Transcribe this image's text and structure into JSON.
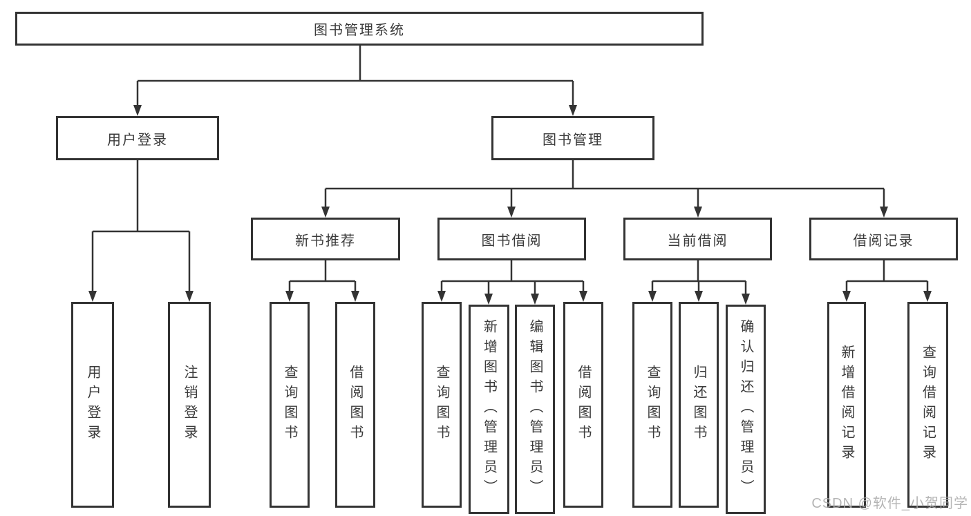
{
  "diagram": {
    "root": "图书管理系统",
    "level2": {
      "user": "用户登录",
      "book": "图书管理"
    },
    "level3": {
      "recommend": "新书推荐",
      "borrow": "图书借阅",
      "current": "当前借阅",
      "records": "借阅记录"
    },
    "leaves": {
      "user": [
        "用户登录",
        "注销登录"
      ],
      "recommend": [
        "查询图书",
        "借阅图书"
      ],
      "borrow": [
        "查询图书",
        "新增图书（管理员）",
        "编辑图书（管理员）",
        "借阅图书"
      ],
      "current": [
        "查询图书",
        "归还图书",
        "确认归还（管理员）"
      ],
      "records": [
        "新增借阅记录",
        "查询借阅记录"
      ]
    }
  },
  "colors": {
    "line": "#333333",
    "text": "#3b3b3b",
    "watermark": "#a9a9a9"
  },
  "watermark": "CSDN @软件_小贺同学"
}
